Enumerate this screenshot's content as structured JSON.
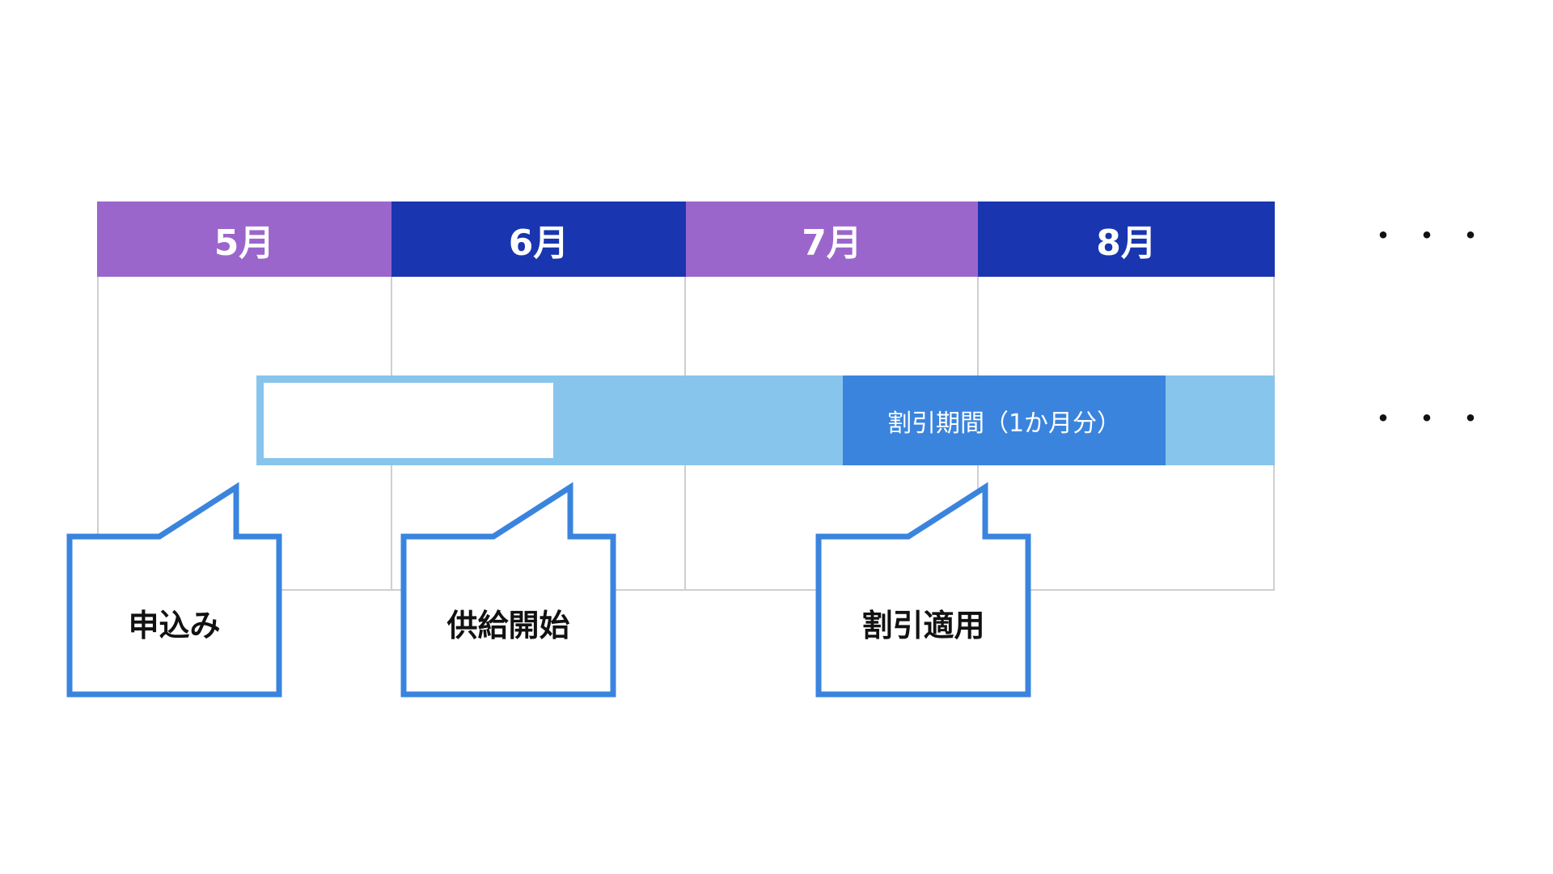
{
  "months": [
    {
      "label": "5月",
      "color": "#9b66cc"
    },
    {
      "label": "6月",
      "color": "#1a35b0"
    },
    {
      "label": "7月",
      "color": "#9b66cc"
    },
    {
      "label": "8月",
      "color": "#1a35b0"
    }
  ],
  "continuation": "・・・",
  "bar": {
    "base_color": "#88c5ec",
    "discount_label": "割引期間（1か月分）",
    "discount_color": "#3a84de"
  },
  "callouts": [
    {
      "label": "申込み"
    },
    {
      "label": "供給開始"
    },
    {
      "label": "割引適用"
    }
  ],
  "callout_border_color": "#3a84de"
}
